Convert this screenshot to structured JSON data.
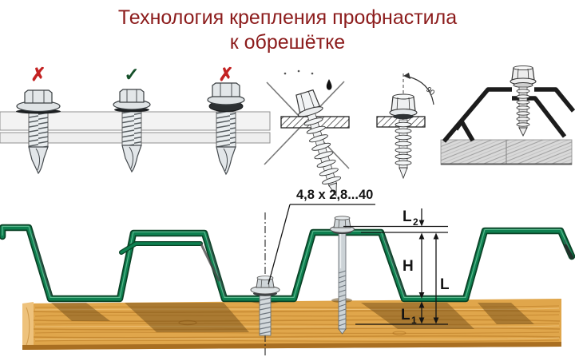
{
  "title": {
    "line1": "Технология крепления профнастила",
    "line2": "к обрешётке"
  },
  "top_row": {
    "marks": [
      {
        "icon": "wrong-mark-icon",
        "symbol": "✗",
        "meaning": "overtightened screw - wrong"
      },
      {
        "icon": "correct-mark-icon",
        "symbol": "✓",
        "meaning": "properly tightened screw - correct"
      },
      {
        "icon": "wrong-mark-icon",
        "symbol": "✗",
        "meaning": "loose screw - wrong"
      }
    ],
    "angle_label": "90"
  },
  "main_diagram": {
    "screw_size_label": "4,8 x 2,8...40",
    "dim_L2": {
      "main": "L",
      "sub": "2"
    },
    "dim_H": {
      "main": "H"
    },
    "dim_L": {
      "main": "L"
    },
    "dim_L1": {
      "main": "L",
      "sub": "1"
    }
  },
  "colors": {
    "title_red": "#8c1c1c",
    "mark_red": "#c32222",
    "mark_green": "#15502a",
    "profile_green": "#0e8050",
    "profile_green_dark": "#0a4226",
    "wood_tan": "#e0a64b",
    "metal_gray": "#d9dee1",
    "dimension_black": "#141414"
  }
}
